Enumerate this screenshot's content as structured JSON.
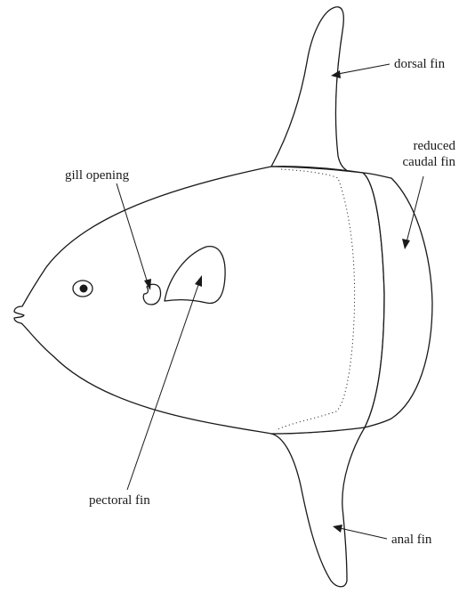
{
  "labels": {
    "dorsal_fin": "dorsal fin",
    "reduced_caudal_fin_line1": "reduced",
    "reduced_caudal_fin_line2": "caudal fin",
    "gill_opening": "gill opening",
    "pectoral_fin": "pectoral fin",
    "anal_fin": "anal fin"
  },
  "colors": {
    "line": "#1a1a1a",
    "background": "#ffffff"
  }
}
